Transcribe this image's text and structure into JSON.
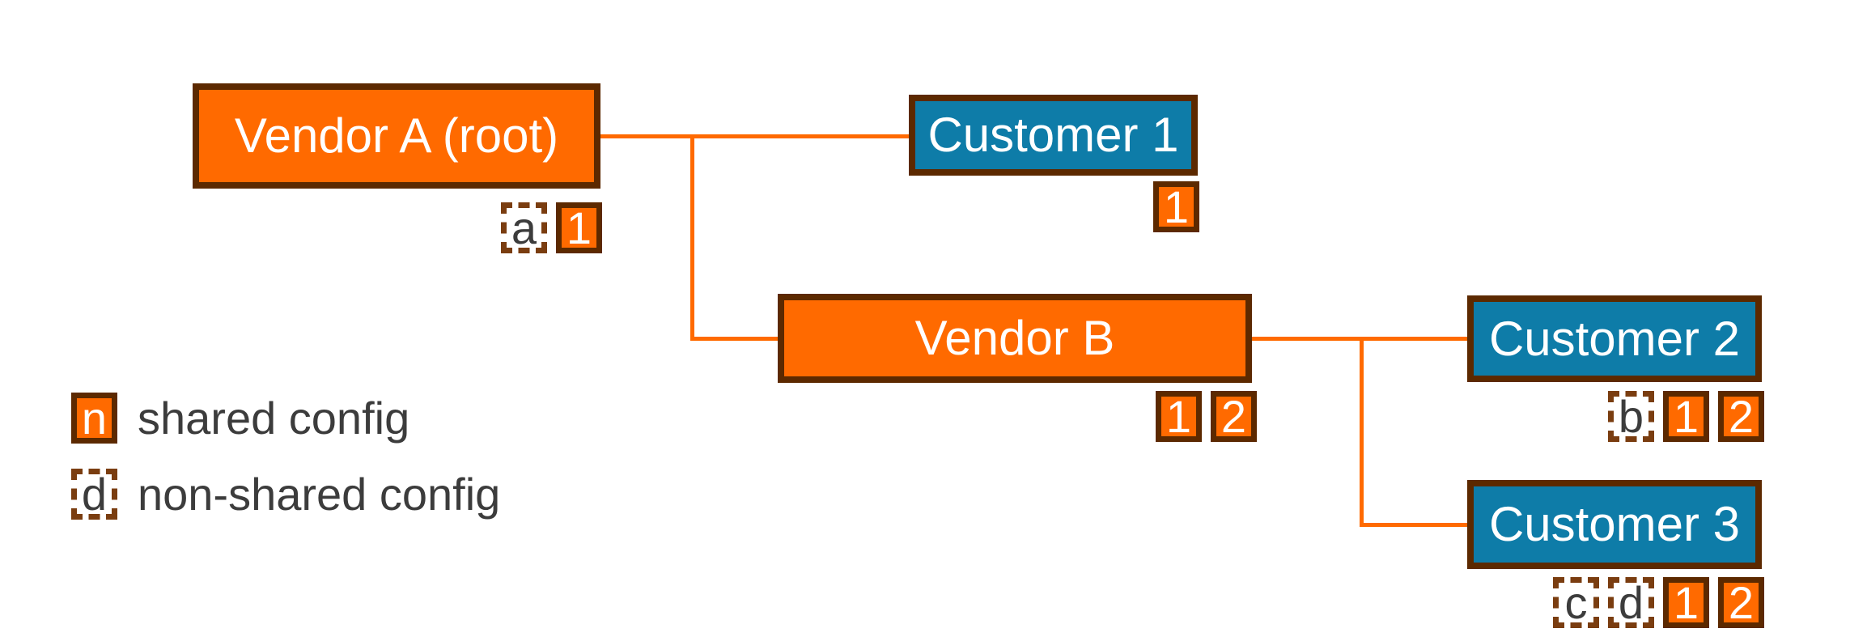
{
  "colors": {
    "orange": "#FF6A00",
    "blue": "#0E7CA8",
    "border_brown": "#5C2900",
    "dotted_brown": "#7A3D10",
    "text_gray": "#3C3C3C"
  },
  "diagram": {
    "nodes": [
      {
        "id": "vendor-a",
        "label": "Vendor A (root)",
        "type": "vendor",
        "badges": [
          {
            "label": "a",
            "type": "non-shared"
          },
          {
            "label": "1",
            "type": "shared"
          }
        ]
      },
      {
        "id": "customer-1",
        "label": "Customer 1",
        "type": "customer",
        "badges": [
          {
            "label": "1",
            "type": "shared"
          }
        ]
      },
      {
        "id": "vendor-b",
        "label": "Vendor B",
        "type": "vendor",
        "badges": [
          {
            "label": "1",
            "type": "shared"
          },
          {
            "label": "2",
            "type": "shared"
          }
        ]
      },
      {
        "id": "customer-2",
        "label": "Customer 2",
        "type": "customer",
        "badges": [
          {
            "label": "b",
            "type": "non-shared"
          },
          {
            "label": "1",
            "type": "shared"
          },
          {
            "label": "2",
            "type": "shared"
          }
        ]
      },
      {
        "id": "customer-3",
        "label": "Customer 3",
        "type": "customer",
        "badges": [
          {
            "label": "c",
            "type": "non-shared"
          },
          {
            "label": "d",
            "type": "non-shared"
          },
          {
            "label": "1",
            "type": "shared"
          },
          {
            "label": "2",
            "type": "shared"
          }
        ]
      }
    ],
    "edges": [
      {
        "from": "vendor-a",
        "to": "customer-1"
      },
      {
        "from": "vendor-a",
        "to": "vendor-b"
      },
      {
        "from": "vendor-b",
        "to": "customer-2"
      },
      {
        "from": "vendor-b",
        "to": "customer-3"
      }
    ]
  },
  "legend": {
    "items": [
      {
        "symbol": "n",
        "type": "shared",
        "label": "shared config"
      },
      {
        "symbol": "d",
        "type": "non-shared",
        "label": "non-shared config"
      }
    ]
  }
}
